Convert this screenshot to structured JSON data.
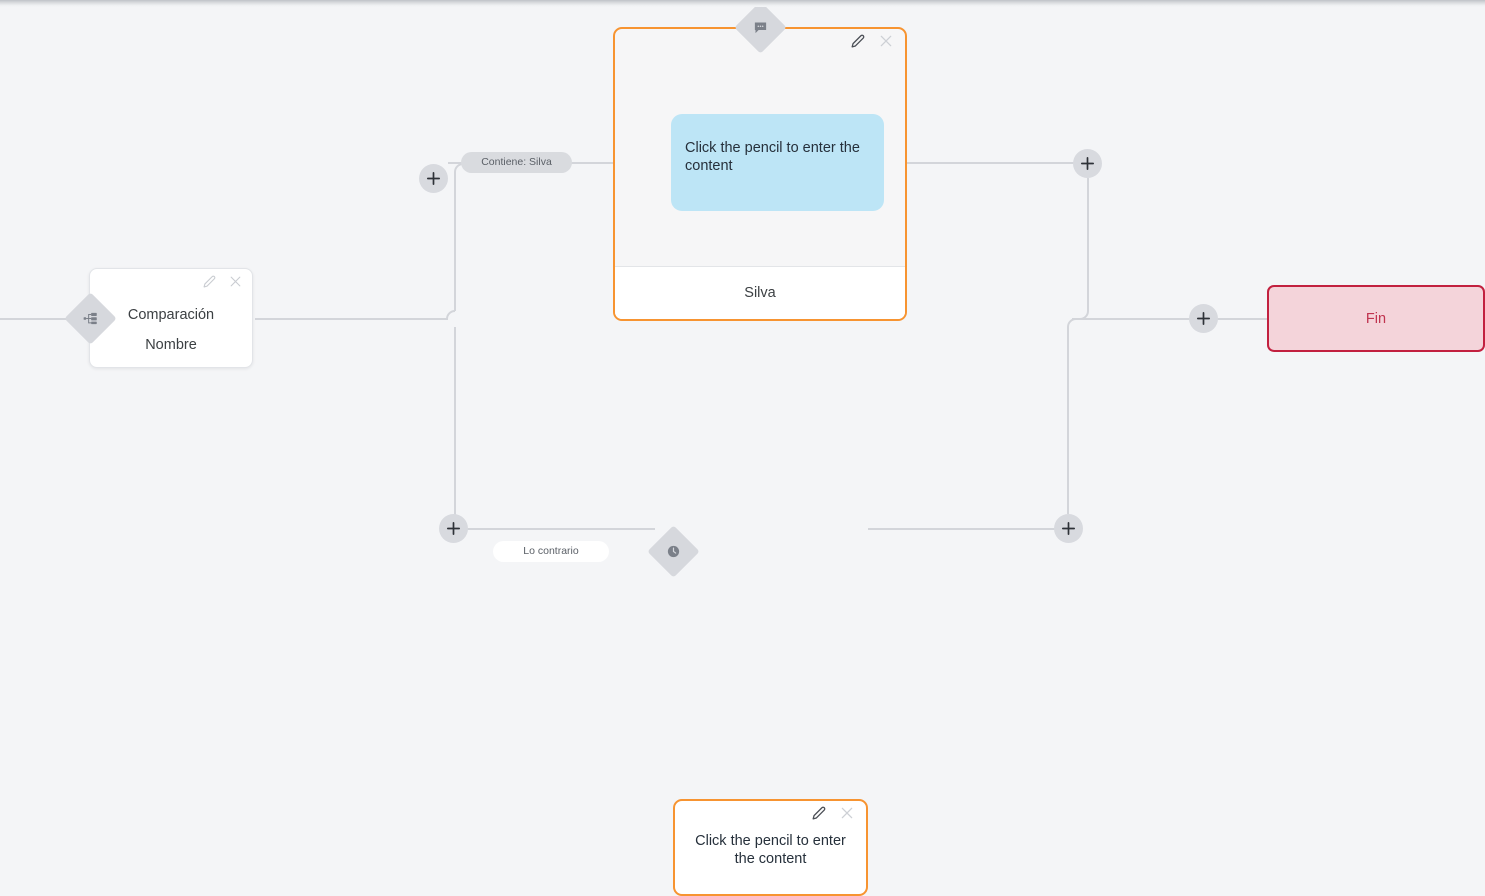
{
  "canvas": {
    "background_color": "#f4f5f7",
    "link_color": "#d3d5da"
  },
  "nodes": [
    {
      "id": "comparison",
      "type": "condition-card",
      "title": "Comparación",
      "subtitle": "Nombre",
      "handle_icon": "branch-icon",
      "edit_label": "pencil-icon",
      "close_label": "close-icon",
      "border_color": "#e2e4e8",
      "background_color": "#ffffff"
    },
    {
      "id": "message-top",
      "type": "message-card",
      "bubble_text": "Click the pencil to enter the content",
      "footer_text": "Silva",
      "handle_icon": "chat-bubble-icon",
      "edit_label": "pencil-icon",
      "close_label": "close-icon",
      "border_color": "#f79431",
      "bubble_color": "#bde5f6",
      "background_color": "#f6f6f7"
    },
    {
      "id": "message-bottom",
      "type": "message-card",
      "bubble_text": "Click the pencil to enter the content",
      "handle_icon": "clock-icon",
      "edit_label": "pencil-icon",
      "close_label": "close-icon",
      "border_color": "#f79431",
      "background_color": "#ffffff"
    },
    {
      "id": "end",
      "type": "end-node",
      "label": "Fin",
      "border_color": "#c2203f",
      "background_color": "#f4d4da",
      "text_color": "#c0344f"
    }
  ],
  "edge_labels": [
    {
      "id": "branch-true",
      "text": "Contiene: Silva",
      "style": "grey"
    },
    {
      "id": "branch-false",
      "text": "Lo contrario",
      "style": "white"
    }
  ],
  "add_buttons": [
    {
      "id": "add-before-true-branch",
      "label": "+"
    },
    {
      "id": "add-after-message-top",
      "label": "+"
    },
    {
      "id": "add-before-false-branch",
      "label": "+"
    },
    {
      "id": "add-after-message-bottom",
      "label": "+"
    },
    {
      "id": "add-merge-right",
      "label": "+"
    },
    {
      "id": "add-before-end",
      "label": "+"
    }
  ]
}
